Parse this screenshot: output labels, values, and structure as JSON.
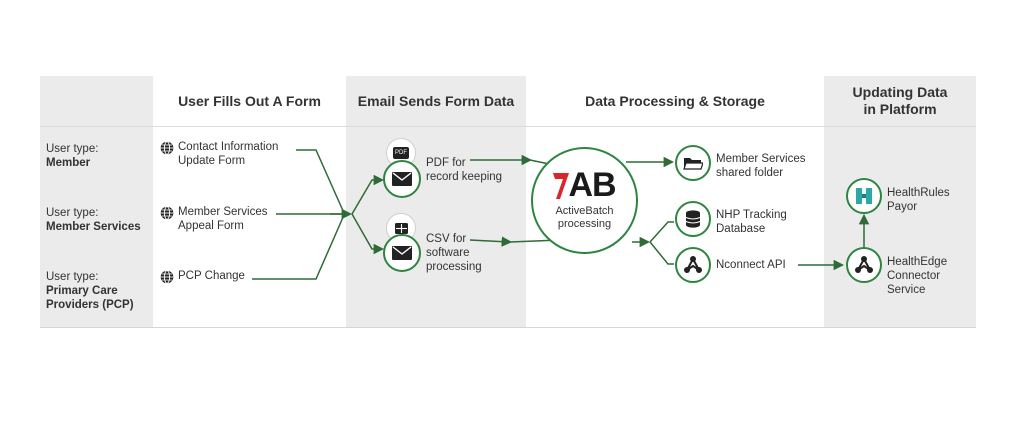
{
  "headers": {
    "form": "User Fills Out A Form",
    "email": "Email Sends Form Data",
    "processing": "Data Processing & Storage",
    "platform": "Updating Data in Platform"
  },
  "user_types": [
    {
      "label": "User type:",
      "name": "Member"
    },
    {
      "label": "User type:",
      "name": "Member Services"
    },
    {
      "label": "User type:",
      "name": "Primary Care Providers (PCP)"
    }
  ],
  "forms": [
    {
      "line1": "Contact Information",
      "line2": "Update Form"
    },
    {
      "line1": "Member Services",
      "line2": "Appeal Form"
    },
    {
      "line1": "PCP Change",
      "line2": ""
    }
  ],
  "email": {
    "pdf": {
      "line1": "PDF for",
      "line2": "record keeping",
      "badge": "PDF"
    },
    "csv": {
      "line1": "CSV for",
      "line2": "software",
      "line3": "processing"
    }
  },
  "activebatch": {
    "logo": "AB",
    "line1": "ActiveBatch",
    "line2": "processing"
  },
  "storage": [
    {
      "line1": "Member Services",
      "line2": "shared folder",
      "icon": "folder-icon"
    },
    {
      "line1": "NHP Tracking",
      "line2": "Database",
      "icon": "database-icon"
    },
    {
      "line1": "Nconnect API",
      "line2": "",
      "icon": "api-node-icon"
    }
  ],
  "platform": {
    "healthrules": {
      "line1": "HealthRules",
      "line2": "Payor"
    },
    "healthedge": {
      "line1": "HealthEdge",
      "line2": "Connector",
      "line3": "Service"
    }
  },
  "colors": {
    "accent": "#2e8540",
    "panel": "#ebebeb",
    "text": "#333333"
  }
}
